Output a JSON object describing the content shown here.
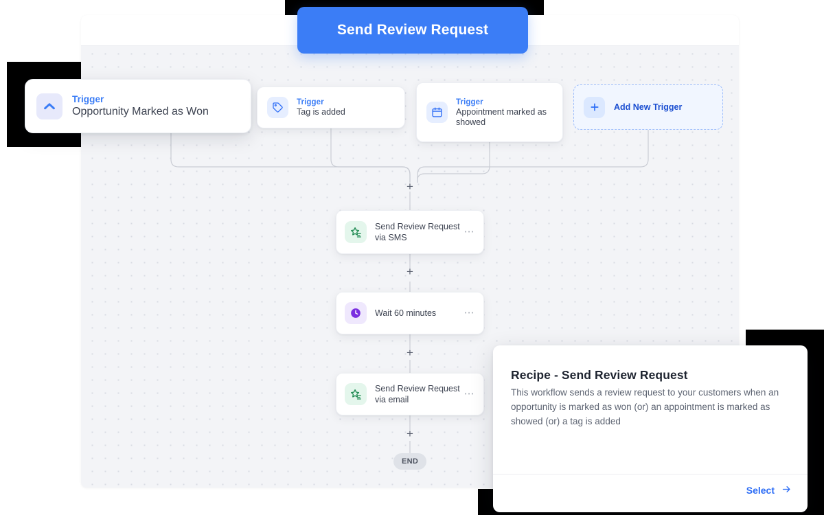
{
  "header": {
    "primary_button_label": "Send Review Request"
  },
  "canvas": {
    "triggers": [
      {
        "kicker": "Trigger",
        "title": "Opportunity Marked as Won",
        "icon": "chevron-up-icon"
      },
      {
        "kicker": "Trigger",
        "title": "Tag is added",
        "icon": "tag-icon"
      },
      {
        "kicker": "Trigger",
        "title": "Appointment marked as showed",
        "icon": "calendar-icon"
      }
    ],
    "add_trigger": {
      "label": "Add New Trigger",
      "icon": "plus-icon"
    },
    "actions": [
      {
        "label": "Send Review Request via SMS",
        "icon": "review-star-icon",
        "more_label": "⋯"
      },
      {
        "label": "Wait 60 minutes",
        "icon": "clock-icon",
        "more_label": "⋯"
      },
      {
        "label": "Send Review Request via email",
        "icon": "review-star-icon",
        "more_label": "⋯"
      }
    ],
    "add_step_label": "+",
    "end_label": "END"
  },
  "recipe_panel": {
    "title": "Recipe - Send Review Request",
    "description": "This workflow sends a review request to your customers when an opportunity is marked as won (or) an appointment is marked as showed (or) a tag is added",
    "select_label": "Select"
  },
  "colors": {
    "accent_blue": "#3b7df6",
    "link_blue": "#2d6df6",
    "canvas_bg": "#f3f4f7",
    "icon_green_bg": "#e4f6ec",
    "icon_purple_bg": "#efe8fd",
    "icon_blue_bg": "#e6eeff",
    "end_badge_bg": "#dfe2e8"
  }
}
